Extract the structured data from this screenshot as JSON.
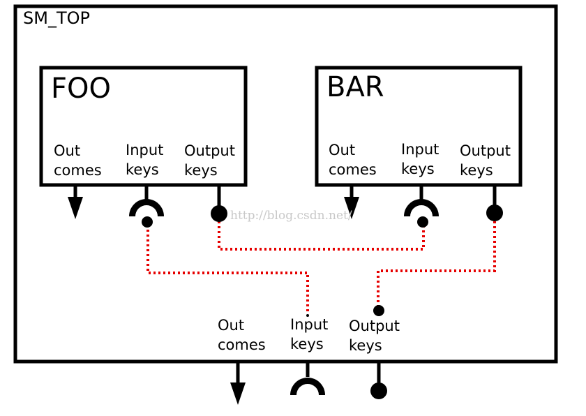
{
  "container": {
    "title": "SM_TOP",
    "ports": {
      "outcomes": [
        "Out",
        "comes"
      ],
      "input_keys": [
        "Input",
        "keys"
      ],
      "output_keys": [
        "Output",
        "keys"
      ]
    }
  },
  "states": [
    {
      "name": "FOO",
      "ports": {
        "outcomes": [
          "Out",
          "comes"
        ],
        "input_keys": [
          "Input",
          "keys"
        ],
        "output_keys": [
          "Output",
          "keys"
        ]
      }
    },
    {
      "name": "BAR",
      "ports": {
        "outcomes": [
          "Out",
          "comes"
        ],
        "input_keys": [
          "Input",
          "keys"
        ],
        "output_keys": [
          "Output",
          "keys"
        ]
      }
    }
  ],
  "connections": [
    {
      "from": "SM_TOP input keys",
      "to": "FOO input keys"
    },
    {
      "from": "FOO output keys",
      "to": "BAR input keys"
    },
    {
      "from": "BAR output keys",
      "to": "SM_TOP output keys"
    }
  ],
  "watermark": "http://blog.csdn.net/",
  "colors": {
    "line": "#000000",
    "connection": "#e60000",
    "background": "#ffffff",
    "watermark": "#c8c8c8"
  }
}
